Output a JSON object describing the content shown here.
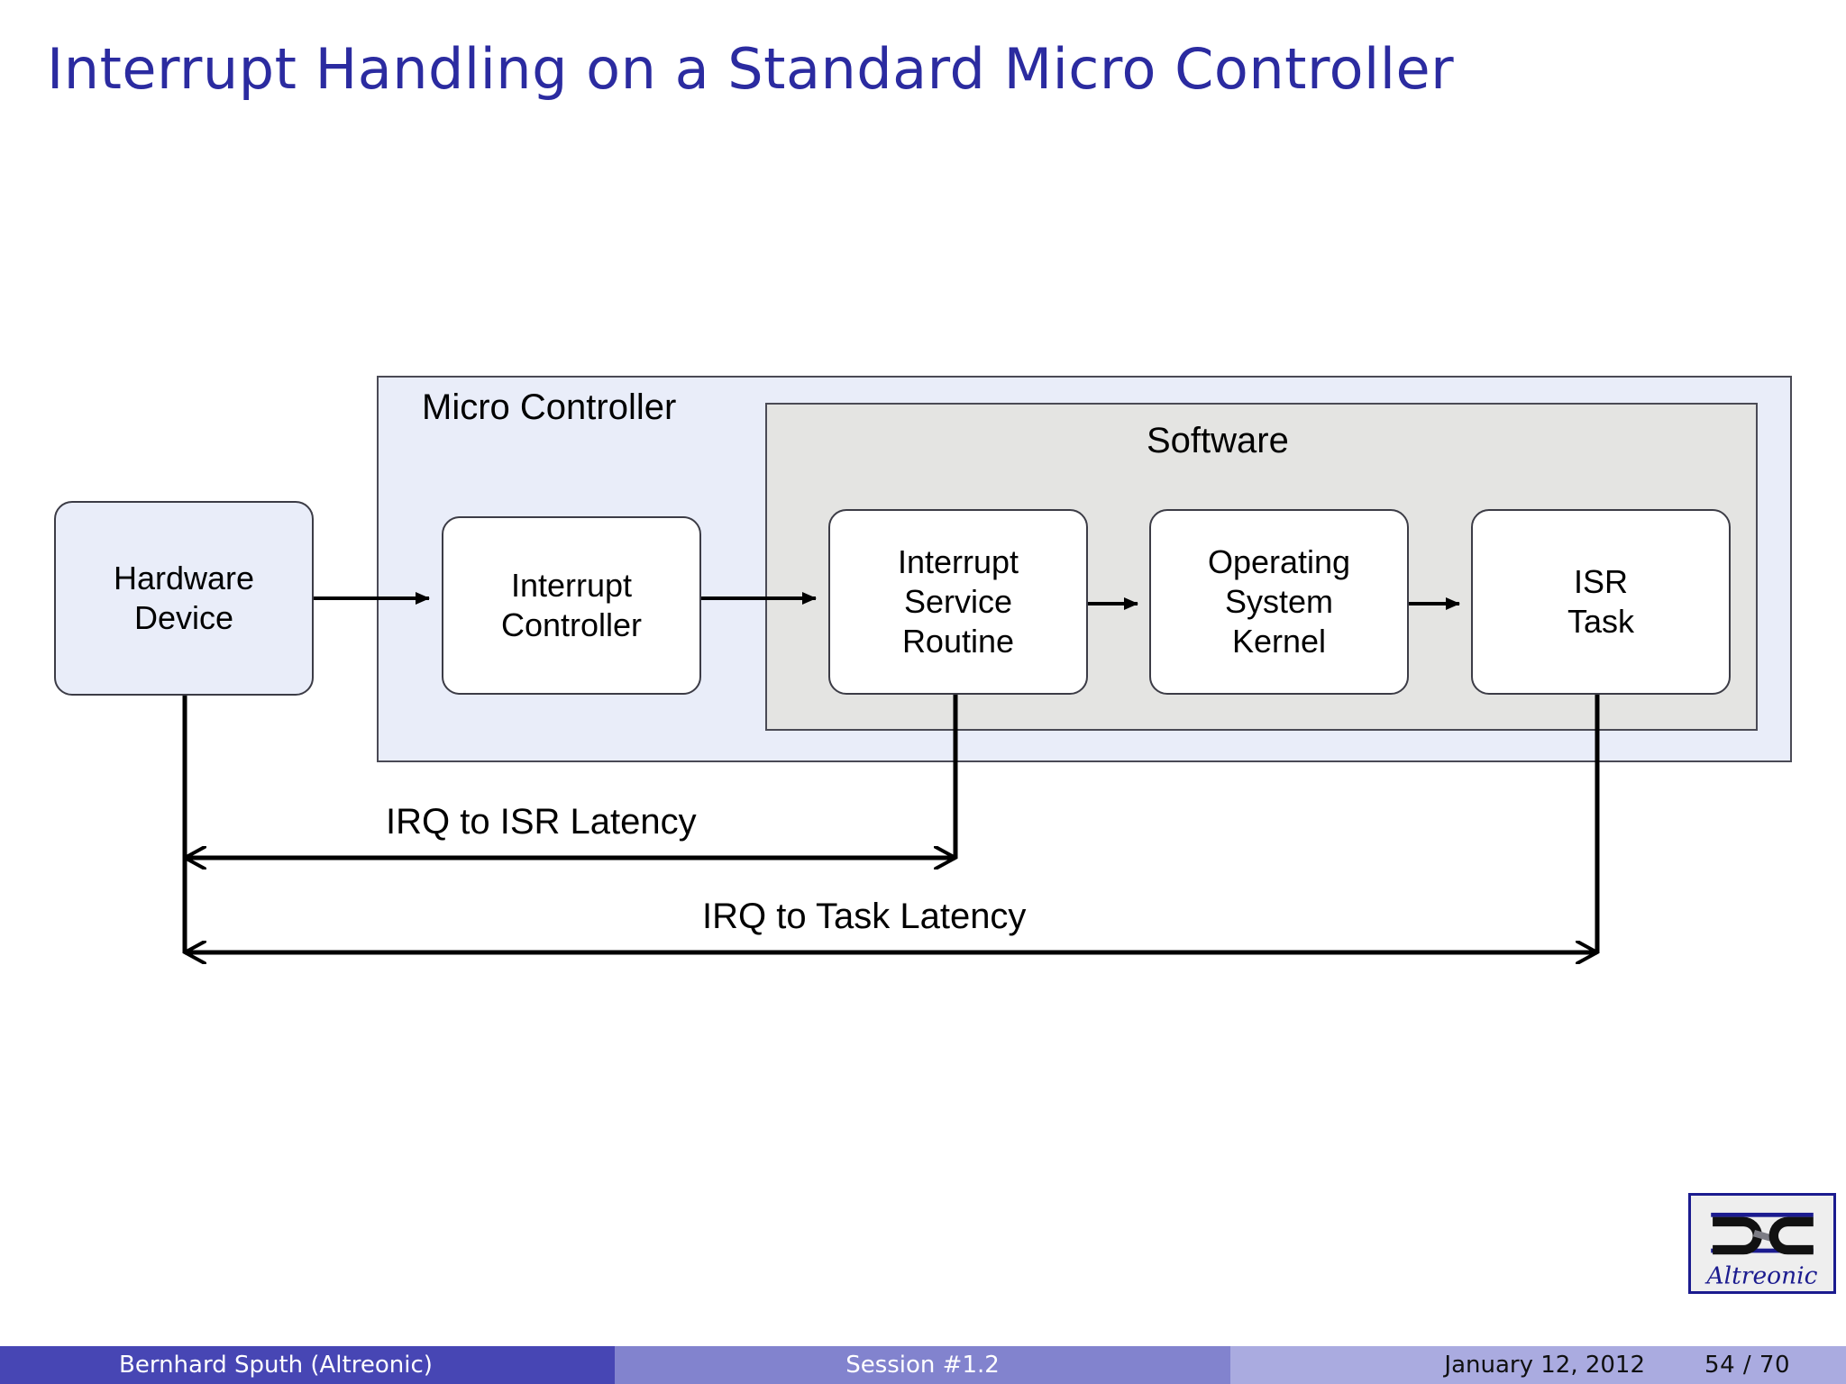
{
  "slide": {
    "title": "Interrupt Handling on a Standard Micro Controller"
  },
  "diagram": {
    "containers": {
      "micro_controller_label": "Micro Controller",
      "software_label": "Software"
    },
    "nodes": [
      {
        "id": "hardware-device",
        "label": "Hardware\nDevice"
      },
      {
        "id": "interrupt-controller",
        "label": "Interrupt\nController"
      },
      {
        "id": "interrupt-service-routine",
        "label": "Interrupt\nService\nRoutine"
      },
      {
        "id": "operating-system-kernel",
        "label": "Operating\nSystem\nKernel"
      },
      {
        "id": "isr-task",
        "label": "ISR\nTask"
      }
    ],
    "node_labels": {
      "hardware_device": "Hardware\nDevice",
      "interrupt_controller": "Interrupt\nController",
      "interrupt_service_routine": "Interrupt\nService\nRoutine",
      "operating_system_kernel": "Operating\nSystem\nKernel",
      "isr_task": "ISR\nTask"
    },
    "measures": [
      {
        "id": "irq-to-isr-latency",
        "label": "IRQ to ISR Latency"
      },
      {
        "id": "irq-to-task-latency",
        "label": "IRQ to Task Latency"
      }
    ],
    "measure_labels": {
      "irq_to_isr": "IRQ to ISR Latency",
      "irq_to_task": "IRQ to Task Latency"
    },
    "colors": {
      "micro_controller_fill": "#e9edf9",
      "software_fill": "#e4e4e2",
      "node_fill": "#ffffff",
      "hardware_node_fill": "#e9edf9",
      "stroke": "#3c3c46",
      "title": "#2b2ba0"
    }
  },
  "logo": {
    "wordmark": "Altreonic",
    "border_color": "#1b1b8f",
    "fill_color": "#eeeeee"
  },
  "footer": {
    "author": "Bernhard Sputh  (Altreonic)",
    "session": "Session #1.2",
    "date": "January 12, 2012",
    "page": "54 / 70",
    "colors": {
      "author_bg": "#4746b4",
      "session_bg": "#8283ce",
      "meta_bg": "#aaabe0"
    }
  }
}
